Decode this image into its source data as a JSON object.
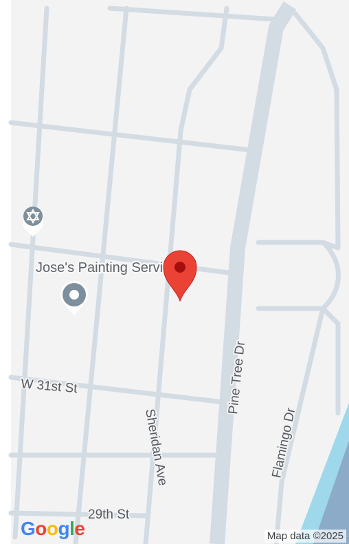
{
  "map": {
    "streets": {
      "w31st": "W 31st St",
      "sheridan": "Sheridan Ave",
      "pine_tree": "Pine Tree Dr",
      "flamingo": "Flamingo Dr",
      "street_29th": "29th St"
    },
    "poi": {
      "business_label": "Jose's Painting Services"
    },
    "pin_color": "#ea4335",
    "road_color": "#d3dbe3",
    "water_color": "#9ed8ea"
  },
  "footer": {
    "logo_letters": [
      "G",
      "o",
      "o",
      "g",
      "l",
      "e"
    ],
    "logo_colors": [
      "#4285f4",
      "#ea4335",
      "#fbbc05",
      "#4285f4",
      "#34a853",
      "#ea4335"
    ],
    "attribution": "Map data ©2025"
  }
}
